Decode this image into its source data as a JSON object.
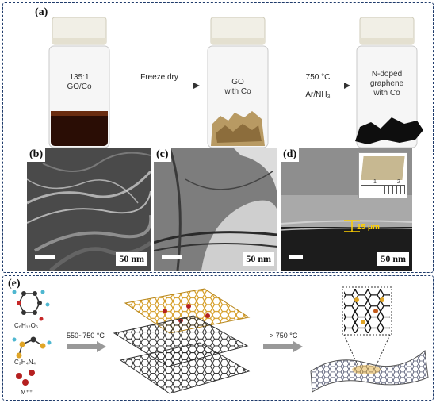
{
  "panels": {
    "a": {
      "label": "(a)"
    },
    "b": {
      "label": "(b)",
      "scale": "50 nm"
    },
    "c": {
      "label": "(c)",
      "scale": "50 nm"
    },
    "d": {
      "label": "(d)",
      "scale": "50 nm",
      "thickness": "15 μm",
      "ruler_numbers": [
        "1",
        "2"
      ]
    },
    "e": {
      "label": "(e)"
    }
  },
  "vials": [
    {
      "line1": "135:1",
      "line2": "GO/Co",
      "line3": ""
    },
    {
      "line1": "GO",
      "line2": "with Co",
      "line3": ""
    },
    {
      "line1": "N-doped",
      "line2": "graphene",
      "line3": "with Co"
    }
  ],
  "steps": [
    {
      "line1": "Freeze dry",
      "line2": ""
    },
    {
      "line1": "750 °C",
      "line2": "Ar/NH₃"
    }
  ],
  "schematic": {
    "molecule1": "C₆H₁₂O₆",
    "molecule2": "C₂H₄N₄",
    "metal": "M⁺⁺",
    "step1": "550~750 °C",
    "step2": "> 750 °C"
  },
  "colors": {
    "frame": "#1f3b6b",
    "cap": "#f1efe6",
    "carbon": "#2b2b2b",
    "gold": "#e0a526",
    "red": "#b52020"
  }
}
